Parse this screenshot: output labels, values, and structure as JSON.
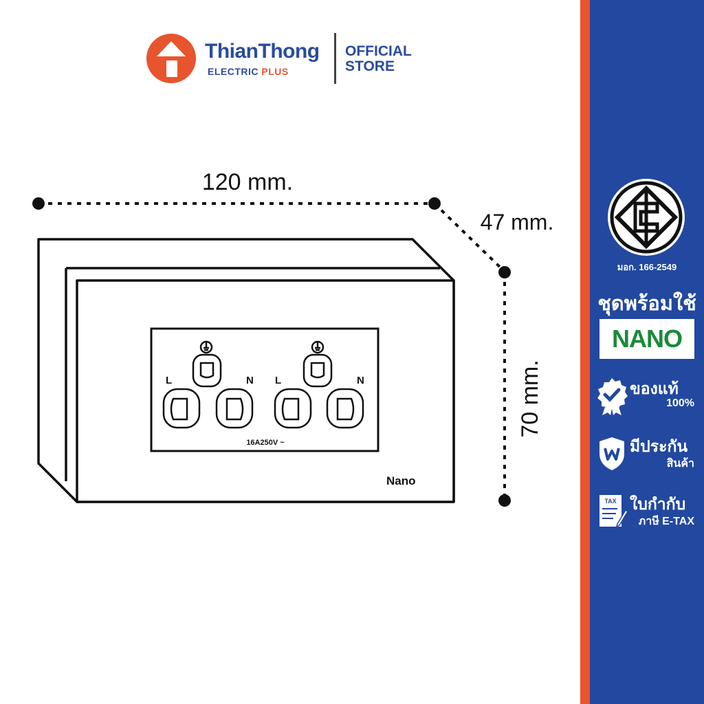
{
  "header": {
    "brand_name": "ThianThong",
    "brand_sub": "ELECTRIC",
    "brand_sub_accent": "PLUS",
    "store_line1": "OFFICIAL",
    "store_line2": "STORE"
  },
  "diagram": {
    "width_label": "120 mm.",
    "depth_label": "47 mm.",
    "height_label": "70 mm.",
    "socket_label_L1": "L",
    "socket_label_N1": "N",
    "socket_label_L2": "L",
    "socket_label_N2": "N",
    "rating": "16A250V ~",
    "product_brand": "Nano"
  },
  "sidebar": {
    "tis_code": "มอก. 166-2549",
    "ready_set": "ชุดพร้อมใช้",
    "nano_badge": "NANO",
    "features": [
      {
        "icon": "certified-badge-icon",
        "line1": "ของแท้",
        "line2": "100%"
      },
      {
        "icon": "warranty-shield-icon",
        "line1": "มีประกัน",
        "line2": "สินค้า"
      },
      {
        "icon": "tax-invoice-icon",
        "line1": "ใบกำกับ",
        "line2": "ภาษี E-TAX"
      }
    ]
  },
  "colors": {
    "brand_blue": "#2a4c9c",
    "brand_orange": "#e8542e",
    "sidebar_blue": "#2248a0",
    "nano_green": "#1a8a3a"
  }
}
